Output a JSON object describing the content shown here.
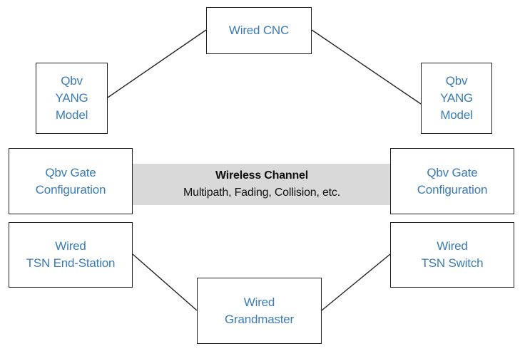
{
  "diagram": {
    "nodes": {
      "wired_cnc": "Wired CNC",
      "qbv_yang_left": "Qbv\nYANG\nModel",
      "qbv_yang_right": "Qbv\nYANG\nModel",
      "qbv_gate_left": "Qbv Gate\nConfiguration",
      "qbv_gate_right": "Qbv Gate\nConfiguration",
      "wired_tsn_endstation": "Wired\nTSN End-Station",
      "wired_tsn_switch": "Wired\nTSN Switch",
      "wired_grandmaster": "Wired\nGrandmaster"
    },
    "channel": {
      "title": "Wireless Channel",
      "subtitle": "Multipath, Fading, Collision, etc."
    },
    "connections": [
      [
        "qbv_yang_left",
        "wired_cnc"
      ],
      [
        "wired_cnc",
        "qbv_yang_right"
      ],
      [
        "wired_tsn_endstation",
        "wired_grandmaster"
      ],
      [
        "wired_grandmaster",
        "wired_tsn_switch"
      ]
    ],
    "colors": {
      "node_text": "#3a7bb5",
      "node_border": "#222222",
      "channel_band": "#d9d9d9",
      "line": "#222222"
    }
  }
}
